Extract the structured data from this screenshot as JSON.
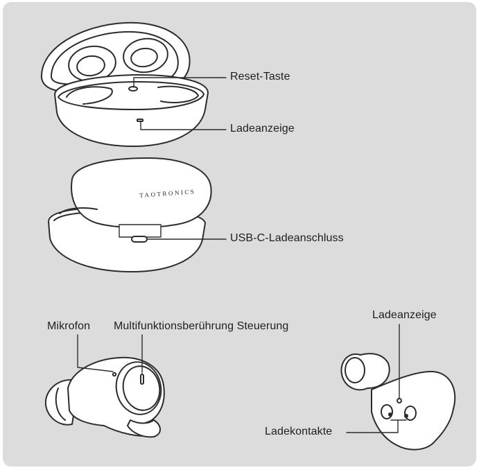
{
  "colors": {
    "background": "#dcdcdc",
    "line": "#2b2b2b",
    "fill": "#ffffff",
    "text": "#1e1e1e"
  },
  "case_brand": "TAOTRONICS",
  "labels": {
    "reset_button": "Reset-Taste",
    "case_charge_indicator": "Ladeanzeige",
    "usb_c_port": "USB-C-Ladeanschluss",
    "microphone": "Mikrofon",
    "touch_control": "Multifunktionsberührung Steuerung",
    "earbud_charge_indicator": "Ladeanzeige",
    "charging_contacts": "Ladekontakte"
  }
}
